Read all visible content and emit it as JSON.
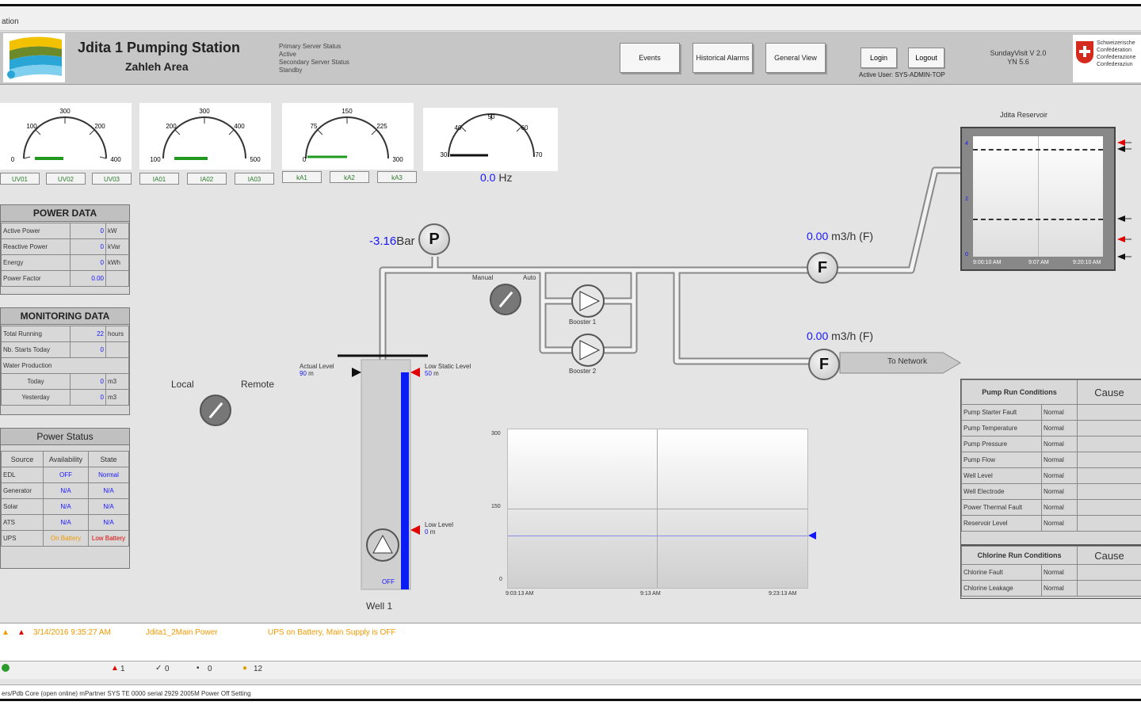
{
  "titlebar": {
    "text": "ation"
  },
  "header": {
    "title": "Jdita 1 Pumping Station",
    "area": "Zahleh Area",
    "status_lines": [
      "Primary Server Status",
      "Active",
      "Secondary Server Status",
      "Standby"
    ],
    "buttons": {
      "events": "Events",
      "historical_alarms": "Historical Alarms",
      "general_view": "General View",
      "login": "Login",
      "logout": "Logout"
    },
    "active_user": "Active User: SYS-ADMIN-TOP",
    "version": [
      "SundayVisit V 2.0",
      "YN 5.6"
    ],
    "swiss_text": [
      "Schweizerische",
      "Confédération",
      "Confederazione",
      "Confederaziun"
    ]
  },
  "gauges": [
    {
      "ticks": [
        "100",
        "200",
        "300",
        "0",
        "400"
      ],
      "buttons": [
        "UV01",
        "UV02",
        "UV03"
      ]
    },
    {
      "ticks": [
        "200",
        "300",
        "400",
        "100",
        "500"
      ],
      "buttons": [
        "IA01",
        "IA02",
        "IA03"
      ]
    },
    {
      "ticks": [
        "75",
        "150",
        "225",
        "0",
        "300"
      ],
      "buttons": [
        "kA1",
        "kA2",
        "kA3"
      ]
    },
    {
      "ticks": [
        "40",
        "50",
        "60",
        "30",
        "70"
      ],
      "buttons": []
    }
  ],
  "frequency": {
    "value": "0.0",
    "unit": "Hz"
  },
  "power_data": {
    "title": "POWER DATA",
    "rows": [
      {
        "label": "Active Power",
        "value": "0",
        "unit": "kW"
      },
      {
        "label": "Reactive Power",
        "value": "0",
        "unit": "kVar"
      },
      {
        "label": "Energy",
        "value": "0",
        "unit": "kWh"
      },
      {
        "label": "Power Factor",
        "value": "0.00",
        "unit": ""
      }
    ]
  },
  "monitoring_data": {
    "title": "MONITORING DATA",
    "rows": [
      {
        "label": "Total Running",
        "value": "22",
        "unit": "hours"
      },
      {
        "label": "Nb. Starts Today",
        "value": "0",
        "unit": ""
      },
      {
        "label": "Water Production",
        "value": "",
        "unit": ""
      },
      {
        "label": "Today",
        "value": "0",
        "unit": "m3"
      },
      {
        "label": "Yesterday",
        "value": "0",
        "unit": "m3"
      }
    ]
  },
  "power_status": {
    "title": "Power Status",
    "headers": [
      "Source",
      "Availability",
      "State"
    ],
    "rows": [
      {
        "source": "EDL",
        "availability": "OFF",
        "state": "Normal"
      },
      {
        "source": "Generator",
        "availability": "N/A",
        "state": "N/A"
      },
      {
        "source": "Solar",
        "availability": "N/A",
        "state": "N/A"
      },
      {
        "source": "ATS",
        "availability": "N/A",
        "state": "N/A"
      },
      {
        "source": "UPS",
        "availability": "On Battery",
        "state": "Low Battery"
      }
    ]
  },
  "local_remote": {
    "local": "Local",
    "remote": "Remote"
  },
  "pressure": {
    "value": "-3.16",
    "unit": "Bar",
    "symbol": "P"
  },
  "manual_auto": {
    "manual": "Manual",
    "auto": "Auto"
  },
  "boosters": [
    "Booster 1",
    "Booster 2"
  ],
  "flows": [
    {
      "value": "0.00",
      "unit": "m3/h (F)",
      "symbol": "F"
    },
    {
      "value": "0.00",
      "unit": "m3/h (F)",
      "symbol": "F"
    }
  ],
  "network_label": "To Network",
  "well": {
    "name": "Well 1",
    "pump_state": "OFF",
    "level_labels": [
      {
        "title": "Actual Level",
        "value": "90",
        "unit": "m"
      },
      {
        "title": "Low Static Level",
        "value": "50",
        "unit": "m"
      },
      {
        "title": "Low Level",
        "value": "0",
        "unit": "m"
      }
    ]
  },
  "reservoir": {
    "title": "Jdita Reservoir",
    "time_labels": [
      "9:00:10 AM",
      "9:07 AM",
      "9:20:10 AM"
    ],
    "left_ticks": [
      "4",
      "2",
      "0"
    ]
  },
  "trend": {
    "y_ticks": [
      "300",
      "150",
      "0"
    ],
    "x_ticks": [
      "9:03:13 AM",
      "9:13 AM",
      "9:23:13 AM"
    ]
  },
  "pump_conditions": {
    "header": "Pump Run Conditions",
    "cause": "Cause",
    "rows": [
      {
        "label": "Pump Starter Fault",
        "value": "Normal"
      },
      {
        "label": "Pump Temperature",
        "value": "Normal"
      },
      {
        "label": "Pump Pressure",
        "value": "Normal"
      },
      {
        "label": "Pump Flow",
        "value": "Normal"
      },
      {
        "label": "Well Level",
        "value": "Normal"
      },
      {
        "label": "Well Electrode",
        "value": "Normal"
      },
      {
        "label": "Power Thermal Fault",
        "value": "Normal"
      },
      {
        "label": "Reservoir Level",
        "value": "Normal"
      }
    ]
  },
  "chlorine_conditions": {
    "header": "Chlorine Run Conditions",
    "cause": "Cause",
    "rows": [
      {
        "label": "Chlorine Fault",
        "value": "Normal"
      },
      {
        "label": "Chlorine Leakage",
        "value": "Normal"
      }
    ]
  },
  "alarm": {
    "time": "3/14/2016 9:35:27 AM",
    "source": "Jdita1_2Main Power",
    "message": "UPS on Battery, Main Supply is OFF"
  },
  "statusbar": {
    "count1": "1",
    "count2": "0",
    "count3": "0",
    "count4": "12"
  },
  "bottom_text": "ers/Pdb Core (open online) mPartner SYS TE 0000 serial 2929 2005M Power Off Setting",
  "colors": {
    "accent_blue": "#1515ff",
    "alarm_orange": "#f29a00",
    "well_level": "#0a1df5",
    "marker_red": "#e00000"
  }
}
